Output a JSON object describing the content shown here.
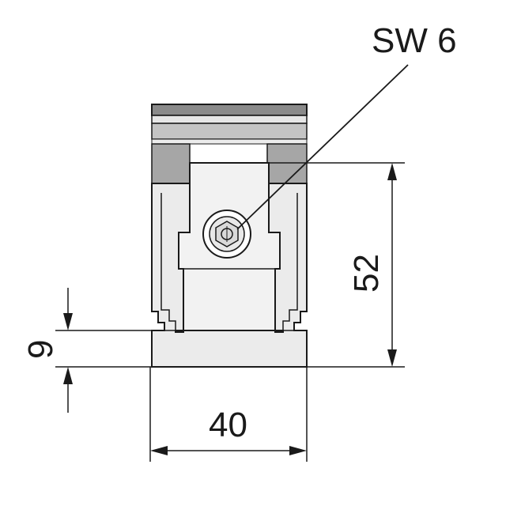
{
  "callout": {
    "label": "SW 6"
  },
  "dimensions": {
    "width": "40",
    "height": "52",
    "base_height": "9"
  },
  "colors": {
    "outline": "#1a1a1a",
    "body_fill": "#ebebeb",
    "light_fill": "#f2f2f2",
    "dark_band": "#a6a6a6",
    "mid_band": "#c4c4c4"
  }
}
